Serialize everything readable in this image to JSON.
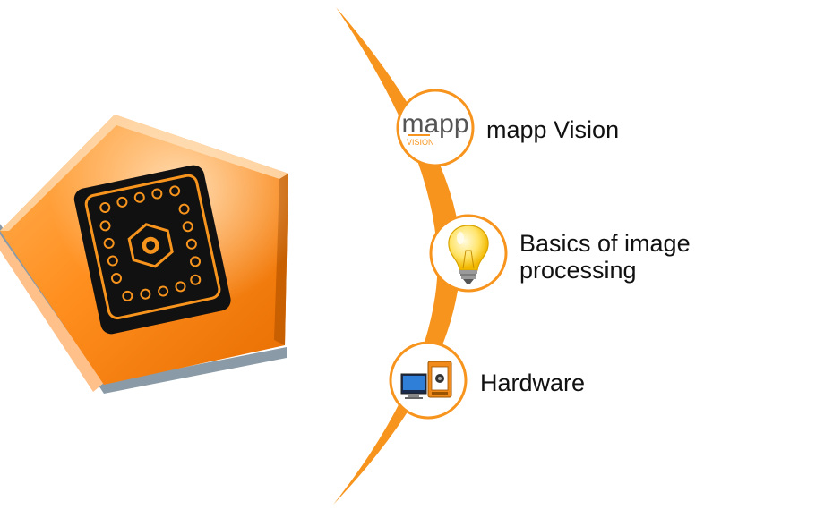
{
  "colors": {
    "accent": "#f7941d",
    "accent_dark": "#d9730a",
    "pentagon_light": "#ffc98a",
    "pentagon_mid": "#ff8c1a",
    "pentagon_dark": "#d86400",
    "base_gray": "#8a9aa6",
    "icon_black": "#111111",
    "circle_fill": "#ffffff"
  },
  "logo": {
    "main": "mapp",
    "sub": "VISION"
  },
  "items": [
    {
      "label_lines": [
        "mapp Vision"
      ],
      "icon": "mapp-vision-logo-icon"
    },
    {
      "label_lines": [
        "Basics of image",
        "processing"
      ],
      "icon": "lightbulb-icon"
    },
    {
      "label_lines": [
        "Hardware"
      ],
      "icon": "hardware-icon"
    }
  ],
  "hero_icon": "vision-sensor-icon"
}
